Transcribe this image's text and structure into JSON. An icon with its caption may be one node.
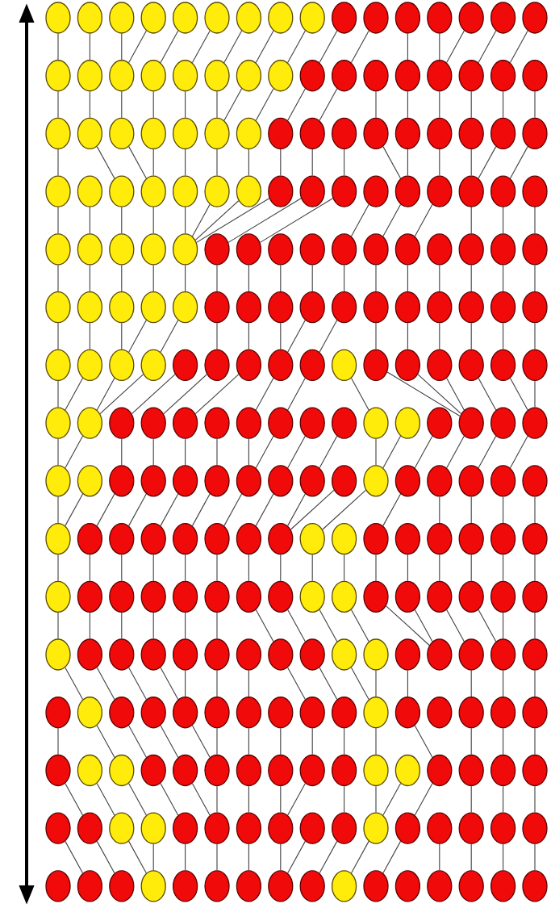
{
  "diagram": {
    "nodes": [
      {
        "text": [],
        "shape": "circle"
      },
      {
        "text": [],
        "shape": "circle"
      },
      {
        "text": [],
        "shape": "circle"
      },
      {
        "text": [],
        "shape": "circle"
      },
      {
        "text": [],
        "shape": "circle"
      },
      {
        "text": [],
        "shape": "circle"
      },
      {
        "text": [],
        "shape": "circle"
      },
      {
        "text": [],
        "shape": "circle"
      },
      {
        "text": [],
        "shape": "circle"
      },
      {
        "text": [],
        "shape": "circle"
      },
      {
        "text": [],
        "shape": "circle"
      },
      {
        "text": [],
        "shape": "circle"
      },
      {
        "text": [],
        "shape": "circle"
      },
      {
        "text": [],
        "shape": "circle"
      },
      {
        "text": [],
        "shape": "circle"
      },
      {
        "text": [],
        "shape": "circle"
      },
      {
        "text": [],
        "shape": "circle"
      },
      {
        "text": [],
        "shape": "circle"
      },
      {
        "text": [],
        "shape": "circle"
      },
      {
        "text": [],
        "shape": "circle"
      },
      {
        "text": [],
        "shape": "circle"
      },
      {
        "text": [],
        "shape": "circle"
      },
      {
        "text": [],
        "shape": "circle"
      },
      {
        "text": [],
        "shape": "circle"
      },
      {
        "text": [],
        "shape": "circle"
      },
      {
        "text": [],
        "shape": "circle"
      },
      {
        "text": [],
        "shape": "circle"
      },
      {
        "text": [],
        "shape": "circle"
      },
      {
        "text": [],
        "shape": "circle"
      },
      {
        "text": [],
        "shape": "circle"
      },
      {
        "text": [],
        "shape": "circle"
      },
      {
        "text": [],
        "shape": "circle"
      },
      {
        "text": [],
        "shape": "circle"
      },
      {
        "text": [],
        "shape": "circle"
      },
      {
        "text": [],
        "shape": "circle"
      },
      {
        "text": [],
        "shape": "circle"
      },
      {
        "text": [],
        "shape": "circle"
      },
      {
        "text": [],
        "shape": "circle"
      },
      {
        "text": [],
        "shape": "circle"
      },
      {
        "text": [],
        "shape": "circle"
      },
      {
        "text": [],
        "shape": "circle"
      },
      {
        "text": [],
        "shape": "circle"
      },
      {
        "text": [],
        "shape": "circle"
      },
      {
        "text": [],
        "shape": "circle"
      },
      {
        "text": [],
        "shape": "circle"
      },
      {
        "text": [],
        "shape": "circle"
      },
      {
        "text": [],
        "shape": "circle"
      },
      {
        "text": [],
        "shape": "circle"
      },
      {
        "text": [],
        "shape": "circle"
      },
      {
        "text": [],
        "shape": "circle"
      },
      {
        "text": [],
        "shape": "circle"
      },
      {
        "text": [],
        "shape": "circle"
      },
      {
        "text": [],
        "shape": "circle"
      },
      {
        "text": [],
        "shape": "circle"
      },
      {
        "text": [],
        "shape": "circle"
      },
      {
        "text": [],
        "shape": "circle"
      },
      {
        "text": [],
        "shape": "circle"
      },
      {
        "text": [],
        "shape": "circle"
      },
      {
        "text": [],
        "shape": "circle"
      },
      {
        "text": [],
        "shape": "circle"
      },
      {
        "text": [],
        "shape": "circle"
      },
      {
        "text": [],
        "shape": "circle"
      },
      {
        "text": [],
        "shape": "circle"
      },
      {
        "text": [],
        "shape": "circle"
      },
      {
        "text": [],
        "shape": "circle"
      },
      {
        "text": [],
        "shape": "circle"
      },
      {
        "text": [],
        "shape": "circle"
      },
      {
        "text": [],
        "shape": "circle"
      },
      {
        "text": [],
        "shape": "circle"
      },
      {
        "text": [],
        "shape": "circle"
      },
      {
        "text": [],
        "shape": "circle"
      },
      {
        "text": [],
        "shape": "circle"
      },
      {
        "text": [],
        "shape": "circle"
      },
      {
        "text": [],
        "shape": "circle"
      },
      {
        "text": [],
        "shape": "circle"
      },
      {
        "text": [],
        "shape": "circle"
      },
      {
        "text": [],
        "shape": "circle"
      },
      {
        "text": [],
        "shape": "circle"
      },
      {
        "text": [],
        "shape": "circle"
      },
      {
        "text": [],
        "shape": "circle"
      },
      {
        "text": [],
        "shape": "circle"
      },
      {
        "text": [],
        "shape": "circle"
      },
      {
        "text": [],
        "shape": "circle"
      },
      {
        "text": [],
        "shape": "circle"
      },
      {
        "text": [],
        "shape": "circle"
      },
      {
        "text": [],
        "shape": "circle"
      },
      {
        "text": [],
        "shape": "circle"
      },
      {
        "text": [],
        "shape": "circle"
      },
      {
        "text": [],
        "shape": "circle"
      },
      {
        "text": [],
        "shape": "circle"
      },
      {
        "text": [],
        "shape": "circle"
      },
      {
        "text": [],
        "shape": "circle"
      },
      {
        "text": [],
        "shape": "circle"
      },
      {
        "text": [],
        "shape": "circle"
      },
      {
        "text": [],
        "shape": "circle"
      },
      {
        "text": [],
        "shape": "circle"
      },
      {
        "text": [],
        "shape": "circle"
      },
      {
        "text": [],
        "shape": "circle"
      },
      {
        "text": [],
        "shape": "circle"
      },
      {
        "text": [],
        "shape": "circle"
      },
      {
        "text": [],
        "shape": "circle"
      },
      {
        "text": [],
        "shape": "circle"
      },
      {
        "text": [],
        "shape": "circle"
      },
      {
        "text": [],
        "shape": "circle"
      },
      {
        "text": [],
        "shape": "circle"
      },
      {
        "text": [],
        "shape": "circle"
      },
      {
        "text": [],
        "shape": "circle"
      },
      {
        "text": [],
        "shape": "circle"
      },
      {
        "text": [],
        "shape": "circle"
      },
      {
        "text": [],
        "shape": "circle"
      },
      {
        "text": [],
        "shape": "circle"
      },
      {
        "text": [],
        "shape": "circle"
      },
      {
        "text": [],
        "shape": "circle"
      },
      {
        "text": [],
        "shape": "circle"
      },
      {
        "text": [],
        "shape": "circle"
      },
      {
        "text": [],
        "shape": "circle"
      },
      {
        "text": [],
        "shape": "circle"
      },
      {
        "text": [],
        "shape": "circle"
      },
      {
        "text": [],
        "shape": "circle"
      },
      {
        "text": [],
        "shape": "circle"
      },
      {
        "text": [],
        "shape": "circle"
      },
      {
        "text": [],
        "shape": "circle"
      },
      {
        "text": [],
        "shape": "circle"
      },
      {
        "text": [],
        "shape": "circle"
      },
      {
        "text": [],
        "shape": "circle"
      },
      {
        "text": [],
        "shape": "circle"
      },
      {
        "text": [],
        "shape": "circle"
      },
      {
        "text": [],
        "shape": "circle"
      },
      {
        "text": [],
        "shape": "circle"
      },
      {
        "text": [],
        "shape": "circle"
      },
      {
        "text": [],
        "shape": "circle"
      },
      {
        "text": [],
        "shape": "circle"
      },
      {
        "text": [],
        "shape": "circle"
      },
      {
        "text": [],
        "shape": "circle"
      },
      {
        "text": [],
        "shape": "circle"
      },
      {
        "text": [],
        "shape": "circle"
      },
      {
        "text": [],
        "shape": "circle"
      },
      {
        "text": [],
        "shape": "circle"
      },
      {
        "text": [],
        "shape": "circle"
      },
      {
        "text": [],
        "shape": "circle"
      },
      {
        "text": [],
        "shape": "circle"
      },
      {
        "text": [],
        "shape": "circle"
      },
      {
        "text": [],
        "shape": "circle"
      },
      {
        "text": [],
        "shape": "circle"
      },
      {
        "text": [],
        "shape": "circle"
      },
      {
        "text": [],
        "shape": "circle"
      },
      {
        "text": [],
        "shape": "circle"
      },
      {
        "text": [],
        "shape": "circle"
      },
      {
        "text": [],
        "shape": "circle"
      },
      {
        "text": [],
        "shape": "circle"
      },
      {
        "text": [],
        "shape": "circle"
      },
      {
        "text": [],
        "shape": "circle"
      },
      {
        "text": [],
        "shape": "circle"
      },
      {
        "text": [],
        "shape": "circle"
      },
      {
        "text": [],
        "shape": "circle"
      },
      {
        "text": [],
        "shape": "circle"
      },
      {
        "text": [],
        "shape": "circle"
      },
      {
        "text": [],
        "shape": "circle"
      },
      {
        "text": [],
        "shape": "circle"
      },
      {
        "text": [],
        "shape": "circle"
      },
      {
        "text": [],
        "shape": "circle"
      },
      {
        "text": [],
        "shape": "circle"
      },
      {
        "text": [],
        "shape": "circle"
      },
      {
        "text": [],
        "shape": "circle"
      },
      {
        "text": [],
        "shape": "circle"
      },
      {
        "text": [],
        "shape": "circle"
      },
      {
        "text": [],
        "shape": "circle"
      },
      {
        "text": [],
        "shape": "circle"
      },
      {
        "text": [],
        "shape": "circle"
      },
      {
        "text": [],
        "shape": "circle"
      },
      {
        "text": [],
        "shape": "circle"
      },
      {
        "text": [],
        "shape": "circle"
      },
      {
        "text": [],
        "shape": "circle"
      },
      {
        "text": [],
        "shape": "circle"
      },
      {
        "text": [],
        "shape": "circle"
      },
      {
        "text": [],
        "shape": "circle"
      },
      {
        "text": [],
        "shape": "circle"
      },
      {
        "text": [],
        "shape": "circle"
      },
      {
        "text": [],
        "shape": "circle"
      },
      {
        "text": [],
        "shape": "circle"
      },
      {
        "text": [],
        "shape": "circle"
      },
      {
        "text": [],
        "shape": "circle"
      },
      {
        "text": [],
        "shape": "circle"
      },
      {
        "text": [],
        "shape": "circle"
      },
      {
        "text": [],
        "shape": "circle"
      },
      {
        "text": [],
        "shape": "circle"
      },
      {
        "text": [],
        "shape": "circle"
      },
      {
        "text": [],
        "shape": "circle"
      },
      {
        "text": [],
        "shape": "circle"
      },
      {
        "text": [],
        "shape": "circle"
      },
      {
        "text": [],
        "shape": "circle"
      },
      {
        "text": [],
        "shape": "circle"
      },
      {
        "text": [],
        "shape": "circle"
      },
      {
        "text": [],
        "shape": "circle"
      },
      {
        "text": [],
        "shape": "circle"
      },
      {
        "text": [],
        "shape": "circle"
      },
      {
        "text": [],
        "shape": "circle"
      },
      {
        "text": [],
        "shape": "circle"
      },
      {
        "text": [],
        "shape": "circle"
      },
      {
        "text": [],
        "shape": "circle"
      },
      {
        "text": [],
        "shape": "circle"
      },
      {
        "text": [],
        "shape": "circle"
      },
      {
        "text": [],
        "shape": "circle"
      },
      {
        "text": [],
        "shape": "circle"
      },
      {
        "text": [],
        "shape": "circle"
      },
      {
        "text": [],
        "shape": "circle"
      },
      {
        "text": [],
        "shape": "circle"
      },
      {
        "text": [],
        "shape": "circle"
      },
      {
        "text": [],
        "shape": "circle"
      },
      {
        "text": [],
        "shape": "circle"
      },
      {
        "text": [],
        "shape": "circle"
      },
      {
        "text": [],
        "shape": "circle"
      },
      {
        "text": [],
        "shape": "circle"
      },
      {
        "text": [],
        "shape": "circle"
      },
      {
        "text": [],
        "shape": "circle"
      },
      {
        "text": [],
        "shape": "circle"
      },
      {
        "text": [],
        "shape": "circle"
      },
      {
        "text": [],
        "shape": "circle"
      },
      {
        "text": [],
        "shape": "circle"
      },
      {
        "text": [],
        "shape": "circle"
      },
      {
        "text": [],
        "shape": "circle"
      },
      {
        "text": [],
        "shape": "circle"
      },
      {
        "text": [],
        "shape": "circle"
      },
      {
        "text": [],
        "shape": "circle"
      },
      {
        "text": [],
        "shape": "circle"
      },
      {
        "text": [],
        "shape": "circle"
      },
      {
        "text": [],
        "shape": "circle"
      },
      {
        "text": [],
        "shape": "circle"
      },
      {
        "text": [],
        "shape": "circle"
      },
      {
        "text": [],
        "shape": "circle"
      },
      {
        "text": [],
        "shape": "circle"
      },
      {
        "text": [],
        "shape": "circle"
      },
      {
        "text": [],
        "shape": "circle"
      },
      {
        "text": [],
        "shape": "circle"
      },
      {
        "text": [],
        "shape": "circle"
      },
      {
        "text": [],
        "shape": "circle"
      },
      {
        "text": [],
        "shape": "circle"
      },
      {
        "text": [],
        "shape": "circle"
      },
      {
        "text": [],
        "shape": "circle"
      },
      {
        "text": [],
        "shape": "circle"
      },
      {
        "text": [],
        "shape": "circle"
      },
      {
        "text": [],
        "shape": "circle"
      },
      {
        "text": [],
        "shape": "circle"
      },
      {
        "text": [],
        "shape": "circle"
      },
      {
        "text": [],
        "shape": "circle"
      },
      {
        "text": [],
        "shape": "circle"
      },
      {
        "text": [],
        "shape": "circle"
      },
      {
        "text": [],
        "shape": "circle"
      },
      {
        "text": [],
        "shape": "circle"
      },
      {
        "text": [],
        "shape": "circle"
      },
      {
        "text": [],
        "shape": "circle"
      },
      {
        "text": [],
        "shape": "circle"
      },
      {
        "text": [],
        "shape": "circle"
      },
      {
        "text": [],
        "shape": "circle"
      },
      {
        "text": [],
        "shape": "circle"
      },
      {
        "text": [],
        "shape": "circle"
      }
    ],
    "edges": [
      {
        "from": 0,
        "to": 16,
        "arrow": "none"
      },
      {
        "from": 1,
        "to": 17,
        "arrow": "none"
      },
      {
        "from": 2,
        "to": 18,
        "arrow": "none"
      },
      {
        "from": 3,
        "to": 18,
        "arrow": "none"
      },
      {
        "from": 4,
        "to": 19,
        "arrow": "none"
      },
      {
        "from": 5,
        "to": 20,
        "arrow": "none"
      },
      {
        "from": 6,
        "to": 21,
        "arrow": "none"
      },
      {
        "from": 7,
        "to": 22,
        "arrow": "none"
      },
      {
        "from": 8,
        "to": 23,
        "arrow": "none"
      },
      {
        "from": 9,
        "to": 24,
        "arrow": "none"
      },
      {
        "from": 10,
        "to": 25,
        "arrow": "none"
      },
      {
        "from": 11,
        "to": 27,
        "arrow": "none"
      },
      {
        "from": 12,
        "to": 28,
        "arrow": "none"
      },
      {
        "from": 13,
        "to": 28,
        "arrow": "none"
      },
      {
        "from": 14,
        "to": 29,
        "arrow": "none"
      },
      {
        "from": 15,
        "to": 30,
        "arrow": "none"
      },
      {
        "from": 16,
        "to": 32,
        "arrow": "none"
      },
      {
        "from": 17,
        "to": 33,
        "arrow": "none"
      },
      {
        "from": 18,
        "to": 34,
        "arrow": "none"
      },
      {
        "from": 19,
        "to": 35,
        "arrow": "none"
      },
      {
        "from": 20,
        "to": 36,
        "arrow": "none"
      },
      {
        "from": 21,
        "to": 37,
        "arrow": "none"
      },
      {
        "from": 22,
        "to": 37,
        "arrow": "none"
      },
      {
        "from": 23,
        "to": 38,
        "arrow": "none"
      },
      {
        "from": 24,
        "to": 39,
        "arrow": "none"
      },
      {
        "from": 25,
        "to": 40,
        "arrow": "none"
      },
      {
        "from": 26,
        "to": 42,
        "arrow": "none"
      },
      {
        "from": 27,
        "to": 43,
        "arrow": "none"
      },
      {
        "from": 28,
        "to": 44,
        "arrow": "none"
      },
      {
        "from": 29,
        "to": 45,
        "arrow": "none"
      },
      {
        "from": 30,
        "to": 46,
        "arrow": "none"
      },
      {
        "from": 31,
        "to": 47,
        "arrow": "none"
      },
      {
        "from": 32,
        "to": 48,
        "arrow": "none"
      },
      {
        "from": 33,
        "to": 50,
        "arrow": "none"
      },
      {
        "from": 34,
        "to": 51,
        "arrow": "none"
      },
      {
        "from": 35,
        "to": 51,
        "arrow": "none"
      },
      {
        "from": 36,
        "to": 52,
        "arrow": "none"
      },
      {
        "from": 37,
        "to": 53,
        "arrow": "none"
      },
      {
        "from": 38,
        "to": 54,
        "arrow": "none"
      },
      {
        "from": 39,
        "to": 55,
        "arrow": "none"
      },
      {
        "from": 40,
        "to": 56,
        "arrow": "none"
      },
      {
        "from": 41,
        "to": 57,
        "arrow": "none"
      },
      {
        "from": 42,
        "to": 59,
        "arrow": "none"
      },
      {
        "from": 43,
        "to": 59,
        "arrow": "none"
      },
      {
        "from": 44,
        "to": 60,
        "arrow": "none"
      },
      {
        "from": 45,
        "to": 61,
        "arrow": "none"
      },
      {
        "from": 46,
        "to": 61,
        "arrow": "none"
      },
      {
        "from": 47,
        "to": 62,
        "arrow": "none"
      },
      {
        "from": 48,
        "to": 64,
        "arrow": "none"
      },
      {
        "from": 49,
        "to": 65,
        "arrow": "none"
      },
      {
        "from": 50,
        "to": 66,
        "arrow": "none"
      },
      {
        "from": 51,
        "to": 67,
        "arrow": "none"
      },
      {
        "from": 52,
        "to": 68,
        "arrow": "none"
      },
      {
        "from": 53,
        "to": 68,
        "arrow": "none"
      },
      {
        "from": 54,
        "to": 68,
        "arrow": "none"
      },
      {
        "from": 55,
        "to": 68,
        "arrow": "none"
      },
      {
        "from": 56,
        "to": 69,
        "arrow": "none"
      },
      {
        "from": 57,
        "to": 70,
        "arrow": "none"
      },
      {
        "from": 58,
        "to": 73,
        "arrow": "none"
      },
      {
        "from": 59,
        "to": 74,
        "arrow": "none"
      },
      {
        "from": 60,
        "to": 75,
        "arrow": "none"
      },
      {
        "from": 61,
        "to": 77,
        "arrow": "none"
      },
      {
        "from": 62,
        "to": 78,
        "arrow": "none"
      },
      {
        "from": 63,
        "to": 79,
        "arrow": "none"
      },
      {
        "from": 64,
        "to": 80,
        "arrow": "none"
      },
      {
        "from": 65,
        "to": 81,
        "arrow": "none"
      },
      {
        "from": 66,
        "to": 82,
        "arrow": "none"
      },
      {
        "from": 67,
        "to": 83,
        "arrow": "none"
      },
      {
        "from": 68,
        "to": 84,
        "arrow": "none"
      },
      {
        "from": 69,
        "to": 85,
        "arrow": "none"
      },
      {
        "from": 70,
        "to": 86,
        "arrow": "none"
      },
      {
        "from": 71,
        "to": 87,
        "arrow": "none"
      },
      {
        "from": 72,
        "to": 88,
        "arrow": "none"
      },
      {
        "from": 73,
        "to": 89,
        "arrow": "none"
      },
      {
        "from": 74,
        "to": 90,
        "arrow": "none"
      },
      {
        "from": 75,
        "to": 91,
        "arrow": "none"
      },
      {
        "from": 76,
        "to": 92,
        "arrow": "none"
      },
      {
        "from": 77,
        "to": 93,
        "arrow": "none"
      },
      {
        "from": 78,
        "to": 94,
        "arrow": "none"
      },
      {
        "from": 79,
        "to": 95,
        "arrow": "none"
      },
      {
        "from": 80,
        "to": 96,
        "arrow": "none"
      },
      {
        "from": 81,
        "to": 97,
        "arrow": "none"
      },
      {
        "from": 82,
        "to": 98,
        "arrow": "none"
      },
      {
        "from": 83,
        "to": 98,
        "arrow": "none"
      },
      {
        "from": 84,
        "to": 99,
        "arrow": "none"
      },
      {
        "from": 85,
        "to": 101,
        "arrow": "none"
      },
      {
        "from": 86,
        "to": 102,
        "arrow": "none"
      },
      {
        "from": 87,
        "to": 103,
        "arrow": "none"
      },
      {
        "from": 88,
        "to": 103,
        "arrow": "none"
      },
      {
        "from": 89,
        "to": 104,
        "arrow": "none"
      },
      {
        "from": 90,
        "to": 106,
        "arrow": "none"
      },
      {
        "from": 91,
        "to": 107,
        "arrow": "none"
      },
      {
        "from": 92,
        "to": 108,
        "arrow": "none"
      },
      {
        "from": 93,
        "to": 109,
        "arrow": "none"
      },
      {
        "from": 94,
        "to": 110,
        "arrow": "none"
      },
      {
        "from": 95,
        "to": 111,
        "arrow": "none"
      },
      {
        "from": 96,
        "to": 112,
        "arrow": "none"
      },
      {
        "from": 97,
        "to": 112,
        "arrow": "none"
      },
      {
        "from": 98,
        "to": 113,
        "arrow": "none"
      },
      {
        "from": 99,
        "to": 113,
        "arrow": "none"
      },
      {
        "from": 100,
        "to": 114,
        "arrow": "none"
      },
      {
        "from": 101,
        "to": 115,
        "arrow": "none"
      },
      {
        "from": 102,
        "to": 116,
        "arrow": "none"
      },
      {
        "from": 103,
        "to": 118,
        "arrow": "none"
      },
      {
        "from": 104,
        "to": 119,
        "arrow": "none"
      },
      {
        "from": 105,
        "to": 122,
        "arrow": "none"
      },
      {
        "from": 106,
        "to": 125,
        "arrow": "none"
      },
      {
        "from": 107,
        "to": 125,
        "arrow": "none"
      },
      {
        "from": 108,
        "to": 125,
        "arrow": "none"
      },
      {
        "from": 109,
        "to": 126,
        "arrow": "none"
      },
      {
        "from": 110,
        "to": 127,
        "arrow": "none"
      },
      {
        "from": 111,
        "to": 127,
        "arrow": "none"
      },
      {
        "from": 112,
        "to": 128,
        "arrow": "none"
      },
      {
        "from": 113,
        "to": 128,
        "arrow": "none"
      },
      {
        "from": 114,
        "to": 130,
        "arrow": "none"
      },
      {
        "from": 115,
        "to": 131,
        "arrow": "none"
      },
      {
        "from": 116,
        "to": 132,
        "arrow": "none"
      },
      {
        "from": 117,
        "to": 133,
        "arrow": "none"
      },
      {
        "from": 118,
        "to": 134,
        "arrow": "none"
      },
      {
        "from": 119,
        "to": 134,
        "arrow": "none"
      },
      {
        "from": 120,
        "to": 135,
        "arrow": "none"
      },
      {
        "from": 121,
        "to": 136,
        "arrow": "none"
      },
      {
        "from": 122,
        "to": 138,
        "arrow": "none"
      },
      {
        "from": 123,
        "to": 138,
        "arrow": "none"
      },
      {
        "from": 124,
        "to": 139,
        "arrow": "none"
      },
      {
        "from": 125,
        "to": 140,
        "arrow": "none"
      },
      {
        "from": 126,
        "to": 141,
        "arrow": "none"
      },
      {
        "from": 127,
        "to": 142,
        "arrow": "none"
      },
      {
        "from": 128,
        "to": 144,
        "arrow": "none"
      },
      {
        "from": 129,
        "to": 144,
        "arrow": "none"
      },
      {
        "from": 130,
        "to": 145,
        "arrow": "none"
      },
      {
        "from": 131,
        "to": 146,
        "arrow": "none"
      },
      {
        "from": 132,
        "to": 147,
        "arrow": "none"
      },
      {
        "from": 133,
        "to": 148,
        "arrow": "none"
      },
      {
        "from": 134,
        "to": 149,
        "arrow": "none"
      },
      {
        "from": 135,
        "to": 150,
        "arrow": "none"
      },
      {
        "from": 136,
        "to": 151,
        "arrow": "none"
      },
      {
        "from": 137,
        "to": 151,
        "arrow": "none"
      },
      {
        "from": 138,
        "to": 152,
        "arrow": "none"
      },
      {
        "from": 139,
        "to": 154,
        "arrow": "none"
      },
      {
        "from": 140,
        "to": 156,
        "arrow": "none"
      },
      {
        "from": 141,
        "to": 157,
        "arrow": "none"
      },
      {
        "from": 142,
        "to": 158,
        "arrow": "none"
      },
      {
        "from": 143,
        "to": 159,
        "arrow": "none"
      },
      {
        "from": 144,
        "to": 160,
        "arrow": "none"
      },
      {
        "from": 145,
        "to": 161,
        "arrow": "none"
      },
      {
        "from": 146,
        "to": 162,
        "arrow": "none"
      },
      {
        "from": 147,
        "to": 163,
        "arrow": "none"
      },
      {
        "from": 148,
        "to": 164,
        "arrow": "none"
      },
      {
        "from": 149,
        "to": 165,
        "arrow": "none"
      },
      {
        "from": 150,
        "to": 166,
        "arrow": "none"
      },
      {
        "from": 151,
        "to": 167,
        "arrow": "none"
      },
      {
        "from": 152,
        "to": 168,
        "arrow": "none"
      },
      {
        "from": 153,
        "to": 169,
        "arrow": "none"
      },
      {
        "from": 154,
        "to": 170,
        "arrow": "none"
      },
      {
        "from": 155,
        "to": 171,
        "arrow": "none"
      },
      {
        "from": 156,
        "to": 172,
        "arrow": "none"
      },
      {
        "from": 157,
        "to": 173,
        "arrow": "none"
      },
      {
        "from": 158,
        "to": 174,
        "arrow": "none"
      },
      {
        "from": 159,
        "to": 175,
        "arrow": "none"
      },
      {
        "from": 160,
        "to": 176,
        "arrow": "none"
      },
      {
        "from": 161,
        "to": 177,
        "arrow": "none"
      },
      {
        "from": 162,
        "to": 178,
        "arrow": "none"
      },
      {
        "from": 163,
        "to": 179,
        "arrow": "none"
      },
      {
        "from": 164,
        "to": 180,
        "arrow": "none"
      },
      {
        "from": 165,
        "to": 181,
        "arrow": "none"
      },
      {
        "from": 166,
        "to": 183,
        "arrow": "none"
      },
      {
        "from": 167,
        "to": 184,
        "arrow": "none"
      },
      {
        "from": 168,
        "to": 185,
        "arrow": "none"
      },
      {
        "from": 169,
        "to": 186,
        "arrow": "none"
      },
      {
        "from": 170,
        "to": 188,
        "arrow": "none"
      },
      {
        "from": 171,
        "to": 188,
        "arrow": "none"
      },
      {
        "from": 172,
        "to": 189,
        "arrow": "none"
      },
      {
        "from": 173,
        "to": 190,
        "arrow": "none"
      },
      {
        "from": 174,
        "to": 190,
        "arrow": "none"
      },
      {
        "from": 175,
        "to": 191,
        "arrow": "none"
      },
      {
        "from": 176,
        "to": 193,
        "arrow": "none"
      },
      {
        "from": 177,
        "to": 194,
        "arrow": "none"
      },
      {
        "from": 178,
        "to": 195,
        "arrow": "none"
      },
      {
        "from": 179,
        "to": 196,
        "arrow": "none"
      },
      {
        "from": 180,
        "to": 196,
        "arrow": "none"
      },
      {
        "from": 181,
        "to": 197,
        "arrow": "none"
      },
      {
        "from": 182,
        "to": 198,
        "arrow": "none"
      },
      {
        "from": 183,
        "to": 200,
        "arrow": "none"
      },
      {
        "from": 184,
        "to": 201,
        "arrow": "none"
      },
      {
        "from": 185,
        "to": 202,
        "arrow": "none"
      },
      {
        "from": 186,
        "to": 202,
        "arrow": "none"
      },
      {
        "from": 187,
        "to": 203,
        "arrow": "none"
      },
      {
        "from": 189,
        "to": 205,
        "arrow": "none"
      },
      {
        "from": 190,
        "to": 206,
        "arrow": "none"
      },
      {
        "from": 191,
        "to": 207,
        "arrow": "none"
      },
      {
        "from": 192,
        "to": 208,
        "arrow": "none"
      },
      {
        "from": 193,
        "to": 210,
        "arrow": "none"
      },
      {
        "from": 194,
        "to": 211,
        "arrow": "none"
      },
      {
        "from": 195,
        "to": 212,
        "arrow": "none"
      },
      {
        "from": 196,
        "to": 213,
        "arrow": "none"
      },
      {
        "from": 197,
        "to": 213,
        "arrow": "none"
      },
      {
        "from": 198,
        "to": 214,
        "arrow": "none"
      },
      {
        "from": 199,
        "to": 215,
        "arrow": "none"
      },
      {
        "from": 200,
        "to": 216,
        "arrow": "none"
      },
      {
        "from": 201,
        "to": 217,
        "arrow": "none"
      },
      {
        "from": 202,
        "to": 218,
        "arrow": "none"
      },
      {
        "from": 203,
        "to": 220,
        "arrow": "none"
      },
      {
        "from": 205,
        "to": 221,
        "arrow": "none"
      },
      {
        "from": 206,
        "to": 222,
        "arrow": "none"
      },
      {
        "from": 207,
        "to": 223,
        "arrow": "none"
      },
      {
        "from": 208,
        "to": 225,
        "arrow": "none"
      },
      {
        "from": 209,
        "to": 226,
        "arrow": "none"
      },
      {
        "from": 210,
        "to": 227,
        "arrow": "none"
      },
      {
        "from": 211,
        "to": 228,
        "arrow": "none"
      },
      {
        "from": 212,
        "to": 229,
        "arrow": "none"
      },
      {
        "from": 213,
        "to": 229,
        "arrow": "none"
      },
      {
        "from": 214,
        "to": 230,
        "arrow": "none"
      },
      {
        "from": 215,
        "to": 231,
        "arrow": "none"
      },
      {
        "from": 216,
        "to": 231,
        "arrow": "none"
      },
      {
        "from": 217,
        "to": 233,
        "arrow": "none"
      },
      {
        "from": 218,
        "to": 234,
        "arrow": "none"
      },
      {
        "from": 219,
        "to": 234,
        "arrow": "none"
      },
      {
        "from": 220,
        "to": 235,
        "arrow": "none"
      },
      {
        "from": 221,
        "to": 237,
        "arrow": "none"
      },
      {
        "from": 222,
        "to": 238,
        "arrow": "none"
      },
      {
        "from": 223,
        "to": 239,
        "arrow": "none"
      },
      {
        "from": 224,
        "to": 241,
        "arrow": "none"
      },
      {
        "from": 225,
        "to": 242,
        "arrow": "none"
      },
      {
        "from": 226,
        "to": 243,
        "arrow": "none"
      },
      {
        "from": 227,
        "to": 243,
        "arrow": "none"
      },
      {
        "from": 228,
        "to": 244,
        "arrow": "none"
      },
      {
        "from": 229,
        "to": 245,
        "arrow": "none"
      },
      {
        "from": 230,
        "to": 246,
        "arrow": "none"
      },
      {
        "from": 231,
        "to": 247,
        "arrow": "none"
      },
      {
        "from": 232,
        "to": 247,
        "arrow": "none"
      },
      {
        "from": 233,
        "to": 248,
        "arrow": "none"
      },
      {
        "from": 234,
        "to": 249,
        "arrow": "none"
      },
      {
        "from": 235,
        "to": 250,
        "arrow": "none"
      },
      {
        "from": 236,
        "to": 252,
        "arrow": "none"
      },
      {
        "from": 237,
        "to": 253,
        "arrow": "none"
      },
      {
        "from": 238,
        "to": 254,
        "arrow": "none"
      },
      {
        "from": 239,
        "to": 255,
        "arrow": "none"
      }
    ]
  }
}
